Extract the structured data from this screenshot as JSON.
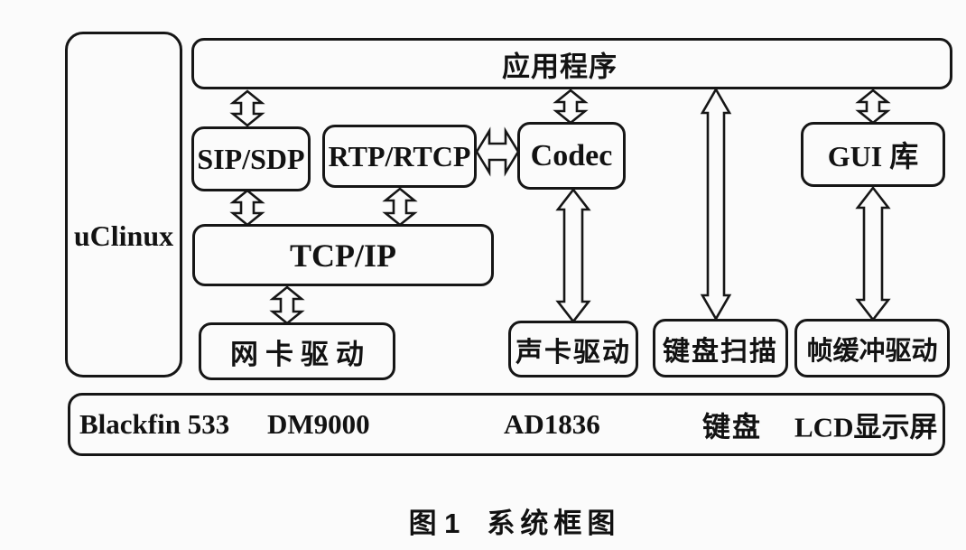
{
  "figure": {
    "os": "uClinux",
    "application": "应用程序",
    "software_blocks": {
      "sip_sdp": "SIP/SDP",
      "rtp_rtcp": "RTP/RTCP",
      "codec": "Codec",
      "gui_lib": "GUI 库",
      "tcp_ip": "TCP/IP"
    },
    "driver_blocks": {
      "nic_driver": "网卡驱动",
      "sound_driver": "声卡驱动",
      "keyboard_scan": "键盘扫描",
      "framebuffer_driver": "帧缓冲驱动"
    },
    "hardware": {
      "cpu": "Blackfin 533",
      "ethernet": "DM9000",
      "audio_codec": "AD1836",
      "keyboard": "键盘",
      "lcd": "LCD显示屏"
    },
    "caption": {
      "label": "图 1",
      "title": "系统框图"
    },
    "colors": {
      "ink": "#161616",
      "paper": "#fbfbfb"
    }
  }
}
